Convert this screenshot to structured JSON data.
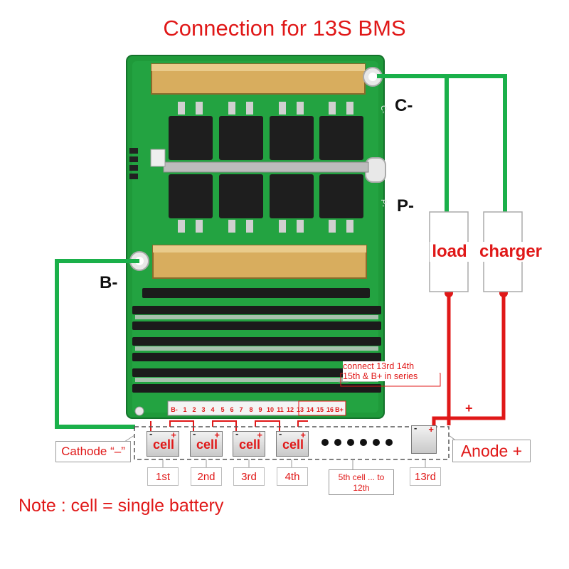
{
  "diagram": {
    "title": "Connection for 13S BMS",
    "terminals": {
      "c_minus": "C-",
      "p_minus": "P-",
      "b_minus": "B-"
    },
    "boxes": {
      "load": "load",
      "charger": "charger"
    },
    "polarity": {
      "cathode": "Cathode “–”",
      "anode": "Anode +",
      "plus_sign": "+"
    },
    "connect_note": {
      "line1": "connect 13rd 14th",
      "line2": "15th & B+ in series"
    },
    "pin_labels": [
      "B-",
      "1",
      "2",
      "3",
      "4",
      "5",
      "6",
      "7",
      "8",
      "9",
      "10",
      "11",
      "12",
      "13",
      "14",
      "15",
      "16",
      "B+"
    ],
    "cells": [
      {
        "label": "cell",
        "caption": "1st"
      },
      {
        "label": "cell",
        "caption": "2nd"
      },
      {
        "label": "cell",
        "caption": "3rd"
      },
      {
        "label": "cell",
        "caption": "4th"
      }
    ],
    "middle_caption": "5th cell ... to 12th",
    "last_cell_caption": "13rd",
    "note": "Note : cell = single battery",
    "colors": {
      "red": "#e01818",
      "green": "#1ab04a",
      "pcb": "#1f9a3a"
    }
  }
}
